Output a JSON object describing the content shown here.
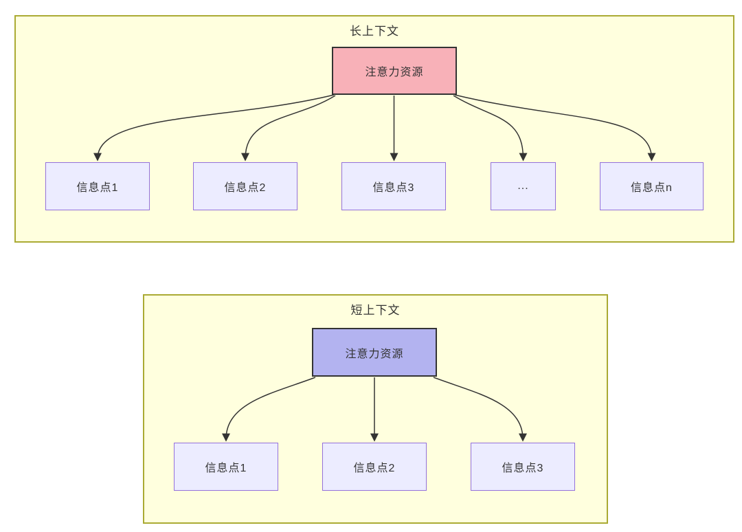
{
  "diagram": {
    "kind": "flowchart-comparison",
    "long_context": {
      "title": "长上下文",
      "attention_label": "注意力资源",
      "nodes": [
        "信息点1",
        "信息点2",
        "信息点3",
        "...",
        "信息点n"
      ],
      "edges": [
        {
          "from": "注意力资源",
          "to": "信息点1"
        },
        {
          "from": "注意力资源",
          "to": "信息点2"
        },
        {
          "from": "注意力资源",
          "to": "信息点3"
        },
        {
          "from": "注意力资源",
          "to": "..."
        },
        {
          "from": "注意力资源",
          "to": "信息点n"
        }
      ]
    },
    "short_context": {
      "title": "短上下文",
      "attention_label": "注意力资源",
      "nodes": [
        "信息点1",
        "信息点2",
        "信息点3"
      ],
      "edges": [
        {
          "from": "注意力资源",
          "to": "信息点1"
        },
        {
          "from": "注意力资源",
          "to": "信息点2"
        },
        {
          "from": "注意力资源",
          "to": "信息点3"
        }
      ]
    },
    "colors": {
      "panel_fill": "#ffffde",
      "panel_border": "#aaaa33",
      "info_node_fill": "#ececff",
      "info_node_border": "#9370db",
      "attention_long_fill": "#f8b1b8",
      "attention_short_fill": "#b3b3f0",
      "dark_border": "#333333",
      "arrow_color": "#333333",
      "text_color": "#333333"
    }
  }
}
